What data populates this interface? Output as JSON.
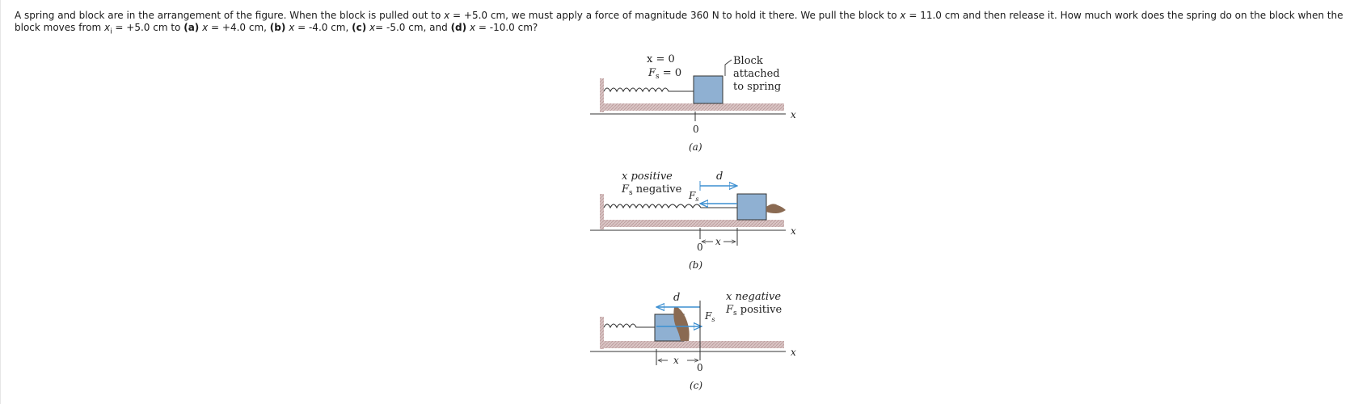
{
  "problem": {
    "s1": "A spring and block are in the arrangement of the figure. When the block is pulled out to ",
    "s1_var": "x",
    "s2": " = +5.0 cm, we must apply a force of magnitude 360 N to hold it there. We pull the block to ",
    "s2_var": "x",
    "s3": " = 11.0 cm and then release it. How much work does the spring do on the block when the block moves from ",
    "xi_var": "x",
    "xi_sub": "i",
    "s4": " = +5.0 cm to ",
    "a_label": "(a)",
    "a_var": "x",
    "a_val": " = +4.0 cm, ",
    "b_label": "(b)",
    "b_var": "x",
    "b_val": " = -4.0 cm, ",
    "c_label": "(c)",
    "c_var": "x",
    "c_val": "= -5.0 cm, and ",
    "d_label": "(d)",
    "d_var": "x",
    "d_val": " = -10.0 cm?"
  },
  "figure": {
    "panel_a": {
      "x0": "x = 0",
      "fs0": "F",
      "fs0_sub": "s",
      "fs0_rest": " = 0",
      "callout_1": "Block",
      "callout_2": "attached",
      "callout_3": "to spring",
      "axis": "x",
      "zero": "0",
      "caption": "(a)"
    },
    "panel_b": {
      "label_1": "x positive",
      "label_2_f": "F",
      "label_2_sub": "s",
      "label_2_rest": " negative",
      "d_vec": "d",
      "f_vec": "F",
      "f_sub": "s",
      "axis": "x",
      "disp": "x",
      "zero": "0",
      "caption": "(b)"
    },
    "panel_c": {
      "label_1": "x negative",
      "label_2_f": "F",
      "label_2_sub": "s",
      "label_2_rest": " positive",
      "d_vec": "d",
      "f_vec": "F",
      "f_sub": "s",
      "axis": "x",
      "disp": "x",
      "zero": "0",
      "caption": "(c)"
    },
    "colors": {
      "wall": "#c8a0a0",
      "floor": "#ccb5b5",
      "block": "#8fb0d2",
      "arrow": "#3c8fd1",
      "hand": "#8a6a52"
    }
  }
}
